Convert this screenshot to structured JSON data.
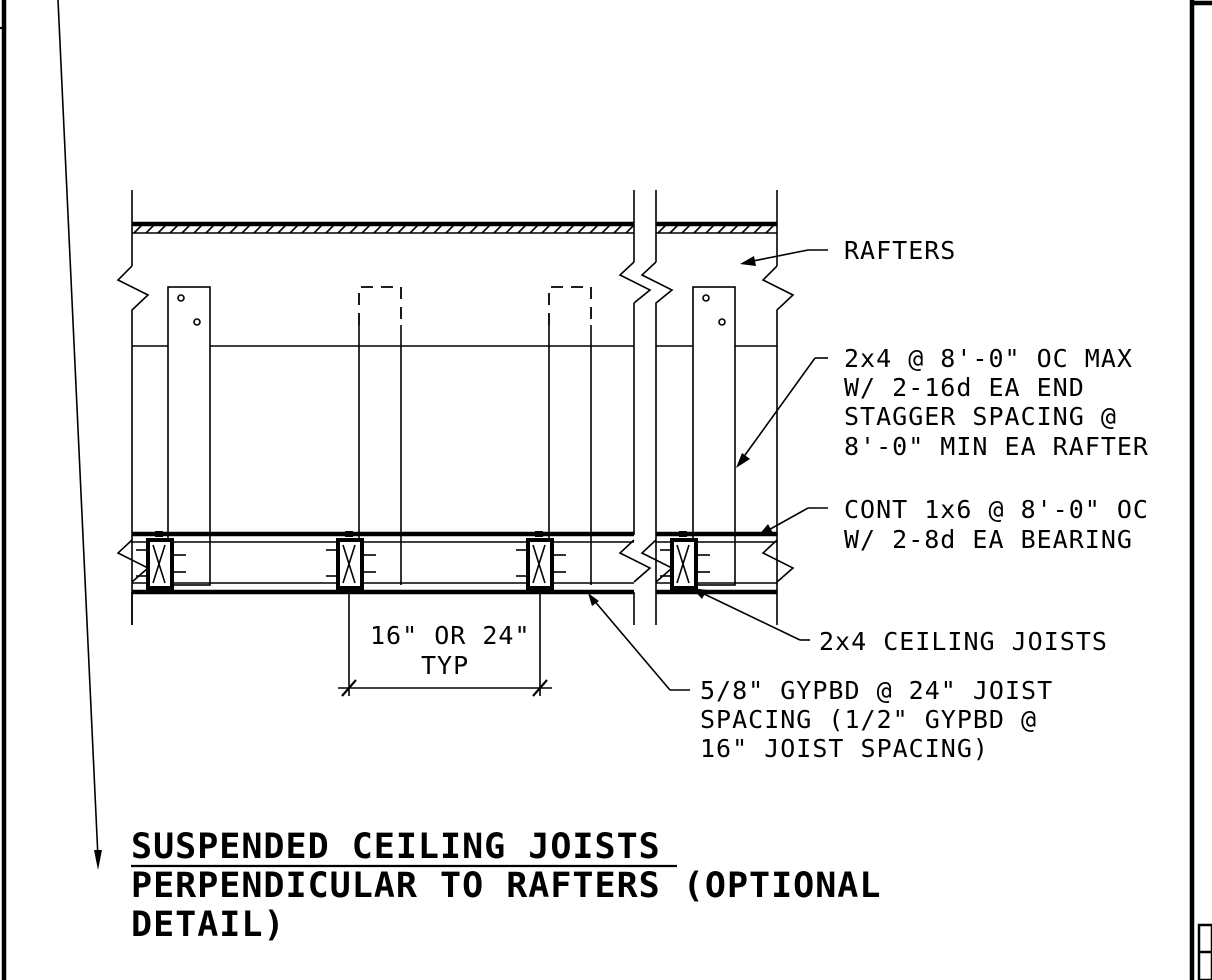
{
  "labels": {
    "rafters": "RAFTERS",
    "strut": [
      "2x4 @ 8'-0\" OC MAX",
      "W/ 2-16d EA END",
      "STAGGER SPACING @",
      "8'-0\" MIN EA RAFTER"
    ],
    "cont": [
      "CONT 1x6 @ 8'-0\" OC",
      "W/ 2-8d EA BEARING"
    ],
    "joists": "2x4 CEILING JOISTS",
    "gypbd": [
      "5/8\" GYPBD @ 24\" JOIST",
      "SPACING (1/2\" GYPBD @",
      "16\" JOIST SPACING)"
    ],
    "spacing": [
      "16\" OR 24\"",
      "TYP"
    ]
  },
  "title": {
    "main": "SUSPENDED CEILING JOISTS",
    "sub1": "PERPENDICULAR TO RAFTERS (OPTIONAL",
    "sub2": "DETAIL)"
  }
}
